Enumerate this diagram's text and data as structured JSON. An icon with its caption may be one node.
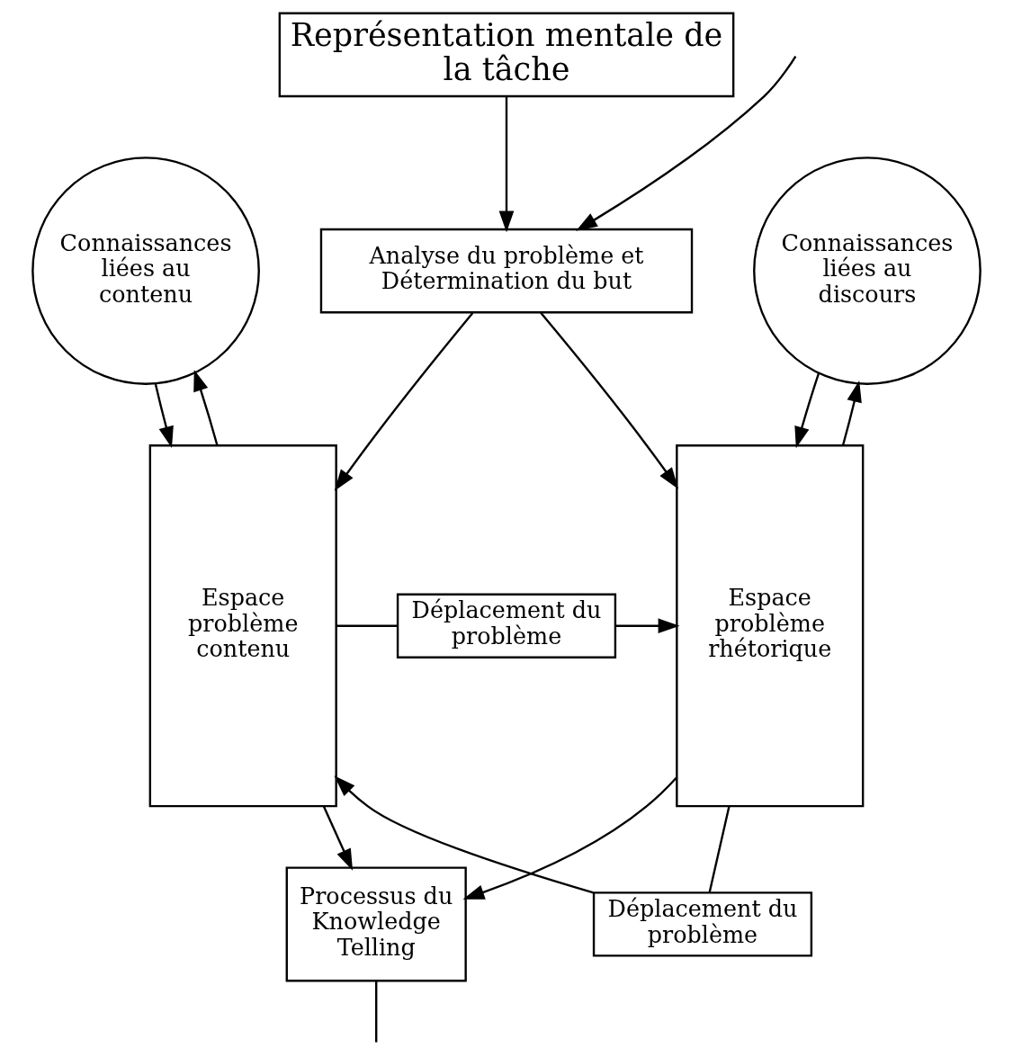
{
  "diagram": {
    "nodes": [
      {
        "text": [
          "Représentation mentale de la tâche"
        ]
      },
      {
        "text": [
          "Analyse du problème et Détermination du but"
        ]
      },
      {
        "text": [
          "Connaissances liées au contenu"
        ]
      },
      {
        "text": [
          "Connaissances liées au discours"
        ]
      },
      {
        "text": [
          "Espace problème contenu"
        ]
      },
      {
        "text": [
          "Espace problème rhétorique"
        ]
      },
      {
        "text": [
          "Déplacement du problème"
        ]
      },
      {
        "text": [
          "Déplacement du problème"
        ]
      },
      {
        "text": [
          "Processus du Knowledge Telling"
        ]
      }
    ],
    "edges": [
      {
        "from": 0,
        "to": 1,
        "arrow": "to"
      },
      {
        "from": 1,
        "to": 4,
        "arrow": "to"
      },
      {
        "from": 1,
        "to": 5,
        "arrow": "to"
      },
      {
        "from": 2,
        "to": 4,
        "arrow": "to"
      },
      {
        "from": 4,
        "to": 2,
        "arrow": "to"
      },
      {
        "from": 3,
        "to": 5,
        "arrow": "to"
      },
      {
        "from": 5,
        "to": 3,
        "arrow": "to"
      },
      {
        "from": 4,
        "to": 6,
        "arrow": "none"
      },
      {
        "from": 6,
        "to": 5,
        "arrow": "to"
      },
      {
        "from": 5,
        "to": 7,
        "arrow": "none"
      },
      {
        "from": 7,
        "to": 4,
        "arrow": "to"
      },
      {
        "from": 4,
        "to": 8,
        "arrow": "to"
      },
      {
        "from": 5,
        "to": 8,
        "arrow": "to"
      },
      {
        "from": 8,
        "to": null,
        "arrow": "none"
      },
      {
        "from": null,
        "to": 1,
        "arrow": "to"
      }
    ]
  }
}
